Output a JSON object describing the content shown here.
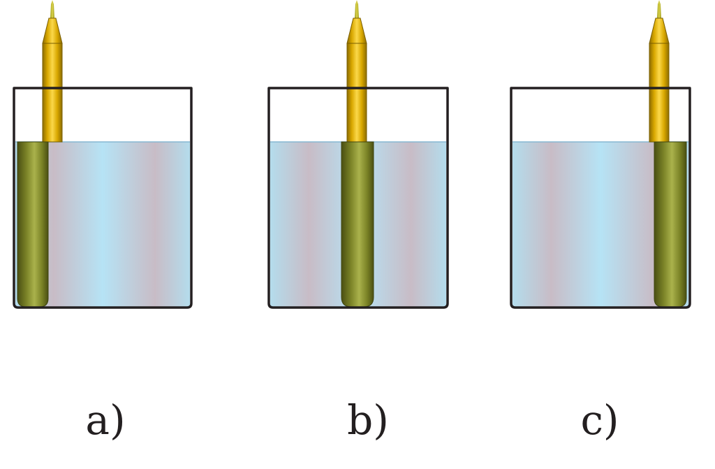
{
  "panels": [
    {
      "label": "a)",
      "electrode_position": "left"
    },
    {
      "label": "b)",
      "electrode_position": "center"
    },
    {
      "label": "c)",
      "electrode_position": "right"
    }
  ],
  "colors": {
    "beaker_outline": "#231f20",
    "liquid_light": "#b8e2f4",
    "liquid_mauve": "#c7bac4",
    "liquid_surface": "#7fb3d0",
    "rod_gold_light": "#f5cf3a",
    "rod_gold_dark": "#9a7a00",
    "rod_submerged_light": "#a7ac48",
    "rod_submerged_dark": "#4e5414",
    "tip_color": "#c7bf2c"
  }
}
